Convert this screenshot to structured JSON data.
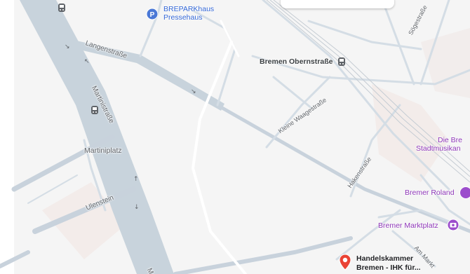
{
  "map": {
    "streets": {
      "langenstrasse": "Langenstraße",
      "martinistrasse": "Martinistraße",
      "kleine_waagestrasse": "Kleine Waagestraße",
      "hakenstrasse": "Hakenstraße",
      "soegestrasse": "Sögestraße",
      "ulenstein": "Ulenstein",
      "am_markt": "Am Markt",
      "martini_bottom": "M"
    },
    "places": {
      "martiniplatz": "Martiniplatz",
      "bremen_obernstrasse": "Bremen Obernstraße",
      "breparkhaus_line1": "BREPARKhaus",
      "breparkhaus_line2": "Pressehaus",
      "die_bre": "Die Bre",
      "stadtmusikan": "Stadtmusikan",
      "bremer_roland": "Bremer Roland",
      "bremer_marktplatz": "Bremer Marktplatz",
      "handelskammer_line1": "Handelskammer",
      "handelskammer_line2": "Bremen - IHK für..."
    },
    "icons": {
      "parking": "parking-icon",
      "transit": "transit-stop-icon",
      "photo": "camera-icon",
      "pin": "location-pin-icon"
    },
    "colors": {
      "background": "#f5f5f5",
      "water": "#c8d3dc",
      "road": "#c5d0da",
      "poi_blue": "#3367d6",
      "poi_purple": "#8e36b8",
      "pin_red": "#ea4335"
    }
  }
}
